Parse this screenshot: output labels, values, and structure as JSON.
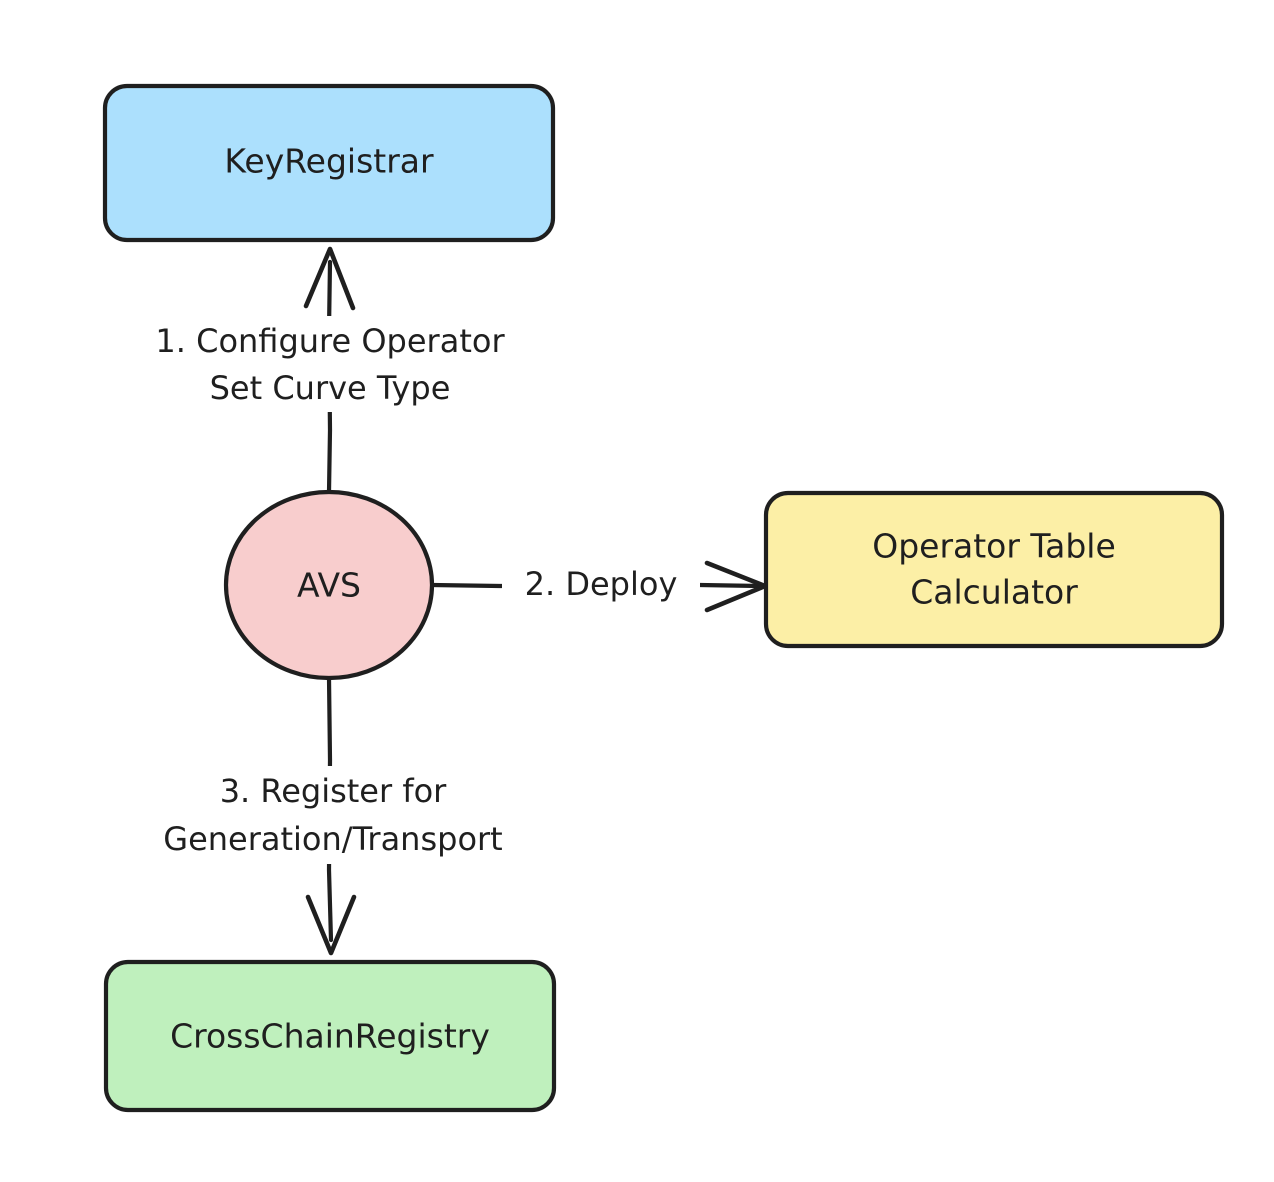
{
  "diagram": {
    "type": "flowchart",
    "direction": "top-down",
    "background": "#ffffff",
    "stroke_color": "#1f1f1f",
    "nodes": [
      {
        "id": "keyregistrar",
        "label": "KeyRegistrar",
        "shape": "rounded-rectangle",
        "fill": "#ace0fd",
        "text_lines": [
          "KeyRegistrar"
        ]
      },
      {
        "id": "avs",
        "label": "AVS",
        "shape": "circle",
        "fill": "#f8cdcd",
        "text_lines": [
          "AVS"
        ]
      },
      {
        "id": "operator-table-calculator",
        "label": "Operator Table Calculator",
        "shape": "rounded-rectangle",
        "fill": "#fcefa6",
        "text_lines": [
          "Operator Table",
          "Calculator"
        ]
      },
      {
        "id": "crosschainregistry",
        "label": "CrossChainRegistry",
        "shape": "rounded-rectangle",
        "fill": "#bff0bd",
        "text_lines": [
          "CrossChainRegistry"
        ]
      }
    ],
    "edges": [
      {
        "id": "edge-1",
        "from": "avs",
        "to": "keyregistrar",
        "label": "1. Configure Operator Set Curve Type",
        "text_lines": [
          "1. Configure Operator",
          "Set Curve Type"
        ],
        "arrow": "up"
      },
      {
        "id": "edge-2",
        "from": "avs",
        "to": "operator-table-calculator",
        "label": "2. Deploy",
        "text_lines": [
          "2. Deploy"
        ],
        "arrow": "right"
      },
      {
        "id": "edge-3",
        "from": "avs",
        "to": "crosschainregistry",
        "label": "3. Register for Generation/Transport",
        "text_lines": [
          "3. Register for",
          "Generation/Transport"
        ],
        "arrow": "down"
      }
    ]
  }
}
